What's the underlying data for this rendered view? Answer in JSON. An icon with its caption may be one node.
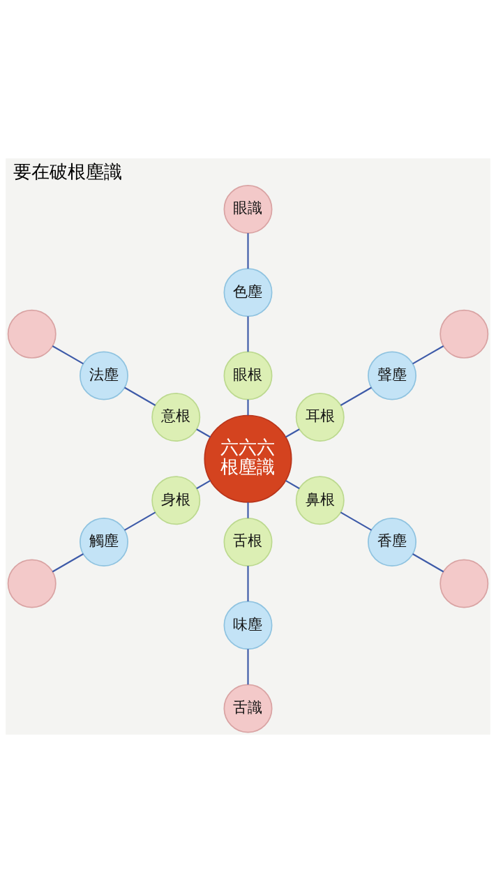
{
  "diagram": {
    "title": "要在破根塵識",
    "nodes": [
      {
        "text": [
          "眼識"
        ]
      },
      {
        "text": [
          "色塵"
        ]
      },
      {
        "text": [],
        "shape": "circle"
      },
      {
        "text": [],
        "shape": "circle"
      },
      {
        "text": [
          "眼根"
        ]
      },
      {
        "text": [
          "法塵"
        ]
      },
      {
        "text": [
          "聲塵"
        ]
      },
      {
        "text": [
          "意根"
        ]
      },
      {
        "text": [
          "耳根"
        ]
      },
      {
        "text": [
          "六六六",
          "根塵識"
        ]
      },
      {
        "text": [
          "身根"
        ]
      },
      {
        "text": [
          "鼻根"
        ]
      },
      {
        "text": [
          "觸塵"
        ]
      },
      {
        "text": [
          "香塵"
        ]
      },
      {
        "text": [
          "舌根"
        ]
      },
      {
        "text": [],
        "shape": "circle"
      },
      {
        "text": [],
        "shape": "circle"
      },
      {
        "text": [
          "味塵"
        ]
      },
      {
        "text": [
          "舌識"
        ]
      }
    ],
    "edges": [
      {
        "from": 9,
        "to": 4,
        "arrow": "none"
      },
      {
        "from": 9,
        "to": 8,
        "arrow": "none"
      },
      {
        "from": 9,
        "to": 11,
        "arrow": "none"
      },
      {
        "from": 9,
        "to": 14,
        "arrow": "none"
      },
      {
        "from": 9,
        "to": 10,
        "arrow": "none"
      },
      {
        "from": 9,
        "to": 7,
        "arrow": "none"
      },
      {
        "from": 4,
        "to": 1,
        "arrow": "none"
      },
      {
        "from": 8,
        "to": 6,
        "arrow": "none"
      },
      {
        "from": 11,
        "to": 13,
        "arrow": "none"
      },
      {
        "from": 14,
        "to": 17,
        "arrow": "none"
      },
      {
        "from": 10,
        "to": 12,
        "arrow": "none"
      },
      {
        "from": 7,
        "to": 5,
        "arrow": "none"
      },
      {
        "from": 1,
        "to": 0,
        "arrow": "none"
      },
      {
        "from": 6,
        "to": 3,
        "arrow": "none"
      },
      {
        "from": 13,
        "to": 16,
        "arrow": "none"
      },
      {
        "from": 17,
        "to": 18,
        "arrow": "none"
      },
      {
        "from": 12,
        "to": 15,
        "arrow": "none"
      },
      {
        "from": 5,
        "to": 2,
        "arrow": "none"
      }
    ]
  }
}
